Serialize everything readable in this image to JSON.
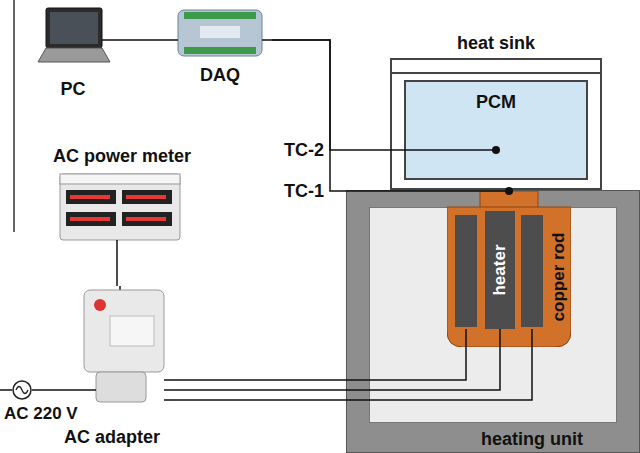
{
  "diagram": {
    "nodes": [
      {
        "text": [
          "PC"
        ]
      },
      {
        "text": [
          "DAQ"
        ]
      },
      {
        "text": [
          "heat sink"
        ]
      },
      {
        "text": [
          "PCM"
        ],
        "in": 2
      },
      {
        "text": [
          "AC power meter"
        ]
      },
      {
        "text": [
          "heating unit"
        ]
      },
      {
        "text": [
          "copper rod"
        ],
        "in": 5
      },
      {
        "text": [
          "heater"
        ],
        "in": 6
      },
      {
        "text": [
          "AC adapter"
        ]
      },
      {
        "text": [
          "AC 220 V"
        ]
      }
    ],
    "edges": [
      {
        "from": 0,
        "to": 1,
        "arrow": "none"
      },
      {
        "from": 1,
        "to": 3,
        "label": "TC-2",
        "arrow": "none"
      },
      {
        "from": 1,
        "to": 6,
        "label": "TC-1",
        "arrow": "none"
      },
      {
        "from": 4,
        "to": 8,
        "arrow": "none"
      },
      {
        "from": 8,
        "to": 7,
        "arrow": "none"
      },
      {
        "from": 9,
        "to": 8,
        "arrow": "none"
      }
    ]
  }
}
